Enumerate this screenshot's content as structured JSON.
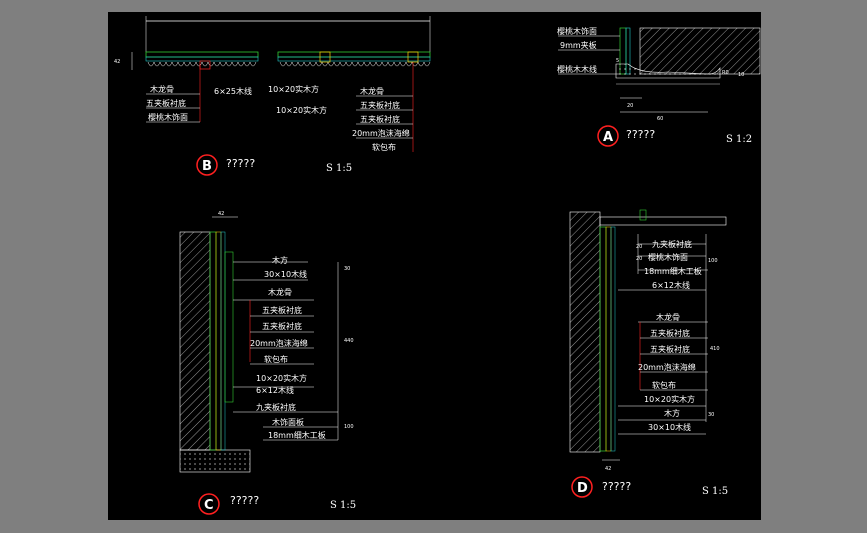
{
  "colors": {
    "background": "#000000",
    "frame": "#7f7f7f",
    "line": "#ffffff",
    "accent_red": "#ff2020",
    "detail_green": "#33cc33",
    "detail_cyan": "#22cccc"
  },
  "detail_A": {
    "marker": "A",
    "title": "?????",
    "scale": "S 1:2",
    "labels": [
      "樱桃木饰面",
      "9mm夹板",
      "樱桃木木线"
    ],
    "dims": [
      "5",
      "R0",
      "10",
      "20",
      "60"
    ]
  },
  "detail_B": {
    "marker": "B",
    "title": "?????",
    "scale": "S 1:5",
    "dim_height": "42",
    "left_labels": [
      "木龙骨",
      "五夹板衬底",
      "樱桃木饰面"
    ],
    "mid_label": "6×25木线",
    "center_labels": [
      "10×20实木方",
      "10×20实木方"
    ],
    "right_labels": [
      "木龙骨",
      "五夹板衬底",
      "五夹板衬底",
      "20mm泡沫海绵",
      "软包布"
    ]
  },
  "detail_C": {
    "marker": "C",
    "title": "?????",
    "scale": "S 1:5",
    "dims": [
      "42",
      "30",
      "440",
      "100"
    ],
    "labels": [
      "木方",
      "30×10木线",
      "木龙骨",
      "五夹板衬底",
      "五夹板衬底",
      "20mm泡沫海绵",
      "软包布",
      "10×20实木方",
      "6×12木线",
      "九夹板衬底",
      "木饰面板",
      "18mm细木工板"
    ]
  },
  "detail_D": {
    "marker": "D",
    "title": "?????",
    "scale": "S 1:5",
    "dims": [
      "42",
      "20",
      "20",
      "100",
      "410",
      "30"
    ],
    "labels": [
      "九夹板衬底",
      "樱桃木饰面",
      "18mm细木工板",
      "6×12木线",
      "木龙骨",
      "五夹板衬底",
      "五夹板衬底",
      "20mm泡沫海绵",
      "软包布",
      "10×20实木方",
      "木方",
      "30×10木线"
    ]
  }
}
